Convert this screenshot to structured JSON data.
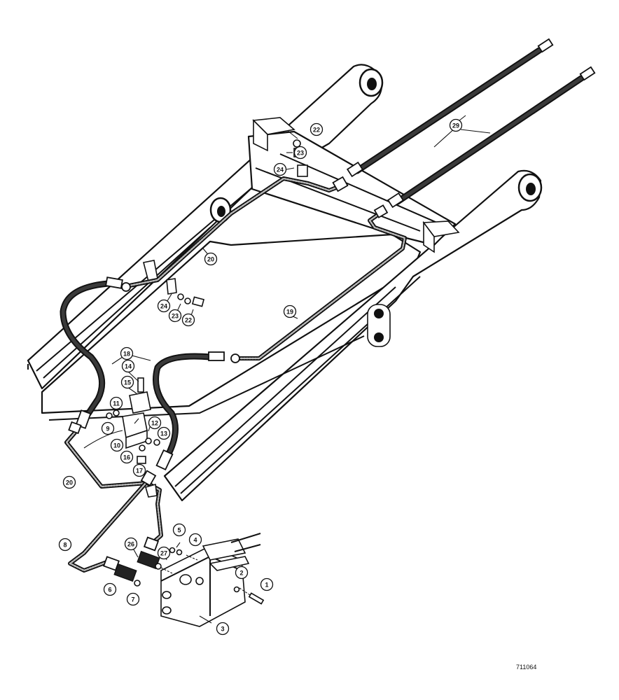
{
  "figure_number": "711064",
  "callouts": [
    {
      "id": "c1",
      "label": "1"
    },
    {
      "id": "c2",
      "label": "2"
    },
    {
      "id": "c3",
      "label": "3"
    },
    {
      "id": "c4",
      "label": "4"
    },
    {
      "id": "c5",
      "label": "5"
    },
    {
      "id": "c6",
      "label": "6"
    },
    {
      "id": "c7",
      "label": "7"
    },
    {
      "id": "c8",
      "label": "8"
    },
    {
      "id": "c9",
      "label": "9"
    },
    {
      "id": "c10",
      "label": "10"
    },
    {
      "id": "c11",
      "label": "11"
    },
    {
      "id": "c12",
      "label": "12"
    },
    {
      "id": "c13",
      "label": "13"
    },
    {
      "id": "c14",
      "label": "14"
    },
    {
      "id": "c15",
      "label": "15"
    },
    {
      "id": "c16",
      "label": "16"
    },
    {
      "id": "c17",
      "label": "17"
    },
    {
      "id": "c18",
      "label": "18"
    },
    {
      "id": "c19",
      "label": "19"
    },
    {
      "id": "c20a",
      "label": "20"
    },
    {
      "id": "c20b",
      "label": "20"
    },
    {
      "id": "c22a",
      "label": "22"
    },
    {
      "id": "c22b",
      "label": "22"
    },
    {
      "id": "c23a",
      "label": "23"
    },
    {
      "id": "c23b",
      "label": "23"
    },
    {
      "id": "c24a",
      "label": "24"
    },
    {
      "id": "c24b",
      "label": "24"
    },
    {
      "id": "c26",
      "label": "26"
    },
    {
      "id": "c27",
      "label": "27"
    },
    {
      "id": "c29",
      "label": "29"
    }
  ]
}
